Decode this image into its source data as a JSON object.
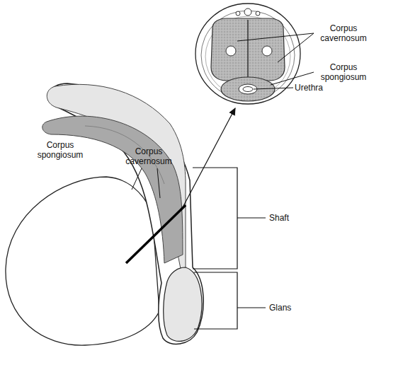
{
  "diagram": {
    "labels": [
      "Corpus cavernosum",
      "Corpus spongiosum",
      "Urethra",
      "Corpus spongiosum",
      "Corpus cavernosum",
      "Shaft",
      "Glans"
    ]
  }
}
